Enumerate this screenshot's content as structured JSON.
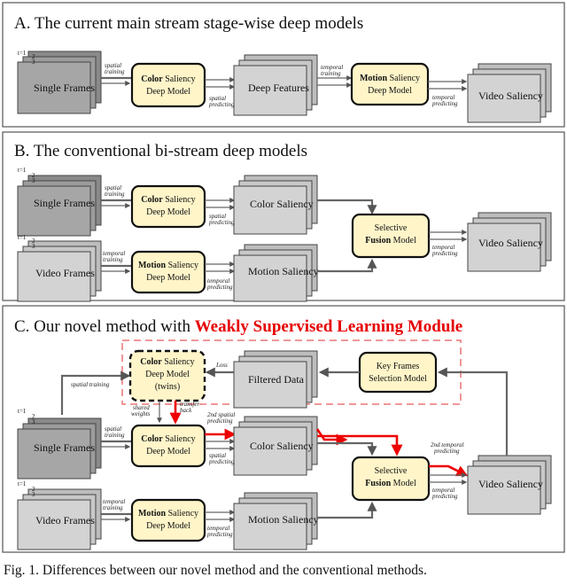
{
  "panelA": {
    "title": "A. The current main stream stage-wise deep models",
    "frames_label": "Single Frames",
    "frame_index_1": "t=1",
    "frame_index_2": "2",
    "frame_index_3": "3",
    "color_model": {
      "bold": "Color",
      "rest": " Saliency",
      "line2": "Deep Model"
    },
    "deep_features": "Deep Features",
    "motion_model": {
      "bold": "Motion",
      "rest": " Saliency",
      "line2": "Deep Model"
    },
    "video_saliency": "Video Saliency",
    "spatial_training": [
      "spatial",
      "training"
    ],
    "spatial_predicting": [
      "spatial",
      "predicting"
    ],
    "temporal_training": [
      "temporal",
      "training"
    ],
    "temporal_predicting": [
      "temporal",
      "predicting"
    ]
  },
  "panelB": {
    "title": "B. The conventional bi-stream deep models",
    "single_frames": "Single Frames",
    "video_frames": "Video Frames",
    "frame_index_1": "t=1",
    "frame_index_2": "2",
    "frame_index_3": "3",
    "color_model": {
      "bold": "Color",
      "rest": " Saliency",
      "line2": "Deep Model"
    },
    "motion_model": {
      "bold": "Motion",
      "rest": " Saliency",
      "line2": "Deep Model"
    },
    "color_saliency": "Color Saliency",
    "motion_saliency": "Motion Saliency",
    "fusion_model": {
      "line1": "Selective",
      "bold": "Fusion",
      "rest": " Model"
    },
    "video_saliency": "Video Saliency",
    "spatial_training": [
      "spatial",
      "training"
    ],
    "spatial_predicting": [
      "spatial",
      "predicting"
    ],
    "temporal_training": [
      "temporal",
      "training"
    ],
    "temporal_predicting": [
      "temporal",
      "predicting"
    ],
    "temporal_predicting2": [
      "temporal",
      "predicting"
    ]
  },
  "panelC": {
    "title_plain": "C. Our novel method with ",
    "title_red": "Weakly Supervised Learning Module",
    "twins_model": {
      "bold": "Color",
      "rest": " Saliency",
      "line2": "Deep Model",
      "line3": "(twins)"
    },
    "filtered_data": "Filtered Data",
    "key_frames": {
      "line1": "Key Frames",
      "line2": "Selection Model"
    },
    "loss": "Loss",
    "shared_weights": [
      "shared",
      "weights"
    ],
    "transfer_back": [
      "transfer",
      "back"
    ],
    "single_frames": "Single Frames",
    "video_frames": "Video Frames",
    "frame_index_1": "t=1",
    "frame_index_2": "2",
    "frame_index_3": "3",
    "color_model": {
      "bold": "Color",
      "rest": " Saliency",
      "line2": "Deep Model"
    },
    "motion_model": {
      "bold": "Motion",
      "rest": " Saliency",
      "line2": "Deep Model"
    },
    "color_saliency": "Color Saliency",
    "motion_saliency": "Motion Saliency",
    "fusion_model": {
      "line1": "Selective",
      "bold": "Fusion",
      "rest": " Model"
    },
    "video_saliency": "Video Saliency",
    "spatial_training_top": "spatial training",
    "spatial_training": [
      "spatial",
      "training"
    ],
    "second_spatial_predicting": [
      "2nd spatial",
      "predicting"
    ],
    "spatial_predicting": [
      "spatial",
      "predicting"
    ],
    "temporal_training": [
      "temporal",
      "training"
    ],
    "temporal_predicting": [
      "temporal",
      "predicting"
    ],
    "temporal_predicting_fuse": [
      "temporal",
      "predicting"
    ],
    "second_temporal_predicting": [
      "2nd temporal",
      "predicting"
    ]
  },
  "caption": "Fig. 1.  Differences between our novel method and the conventional methods.",
  "colors": {
    "accent_red": "#e60000",
    "model_fill": "#fff5c9",
    "frame_dark": "#8a8a8a",
    "frame_light": "#c8c8c8"
  }
}
